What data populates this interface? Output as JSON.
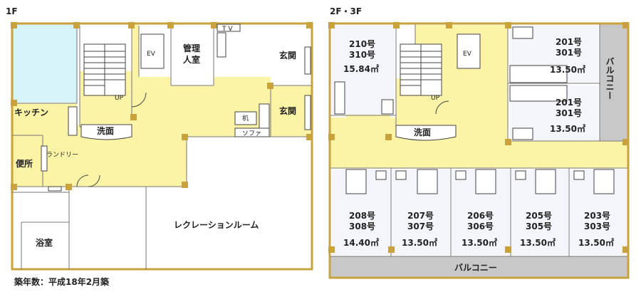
{
  "floor1": {
    "label": "1F",
    "rooms": {
      "ev": "EV",
      "kanri_line1": "管理",
      "kanri_line2": "人室",
      "tv": "T V",
      "genkan1": "玄関",
      "genkan2": "玄関",
      "kitchen": "キッチン",
      "up": "UP",
      "senmen": "洗面",
      "laundry": "ランドリー",
      "benjo": "便所",
      "tsukue": "机",
      "sofa": "ソファ",
      "recreation": "レクレーションルーム",
      "yokushitsu": "浴室"
    }
  },
  "floor23": {
    "label": "2F・3F",
    "rooms": {
      "ev": "EV",
      "up": "UP",
      "senmen": "洗面",
      "balcony_right": "バルコニー",
      "balcony_bottom": "バルコニー"
    },
    "units": [
      {
        "id": "u210",
        "line1": "210号",
        "line2": "310号",
        "area": "15.84㎡"
      },
      {
        "id": "u201a",
        "line1": "201号",
        "line2": "301号",
        "area": "13.50㎡"
      },
      {
        "id": "u201b",
        "line1": "201号",
        "line2": "301号",
        "area": "13.50㎡"
      },
      {
        "id": "u208",
        "line1": "208号",
        "line2": "308号",
        "area": "14.40㎡"
      },
      {
        "id": "u207",
        "line1": "207号",
        "line2": "307号",
        "area": "13.50㎡"
      },
      {
        "id": "u206",
        "line1": "206号",
        "line2": "306号",
        "area": "13.50㎡"
      },
      {
        "id": "u205",
        "line1": "205号",
        "line2": "305号",
        "area": "13.50㎡"
      },
      {
        "id": "u203",
        "line1": "203号",
        "line2": "303号",
        "area": "13.50㎡"
      }
    ]
  },
  "footer": {
    "built": "築年数：平成18年2月築"
  },
  "colors": {
    "corridor": "#fbf3a6",
    "bath_area": "#d6f3f7",
    "wall": "#c9a23c",
    "balcony": "#c8c8c8",
    "room": "#ffffff",
    "unit": "#f3f5fb"
  }
}
